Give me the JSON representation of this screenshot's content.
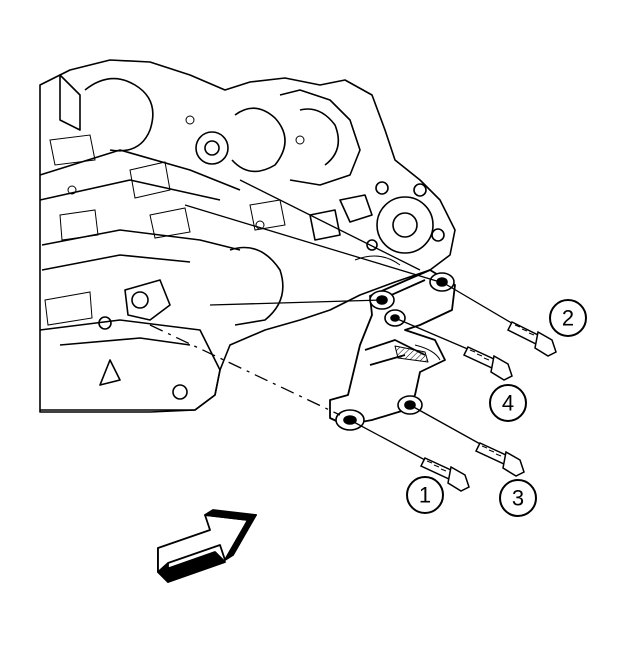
{
  "diagram": {
    "callouts": [
      {
        "id": "1",
        "label": "1"
      },
      {
        "id": "2",
        "label": "2"
      },
      {
        "id": "3",
        "label": "3"
      },
      {
        "id": "4",
        "label": "4"
      }
    ],
    "colors": {
      "line": "#000000",
      "background": "#ffffff",
      "arrow_face": "#ffffff",
      "arrow_side": "#000000"
    }
  }
}
